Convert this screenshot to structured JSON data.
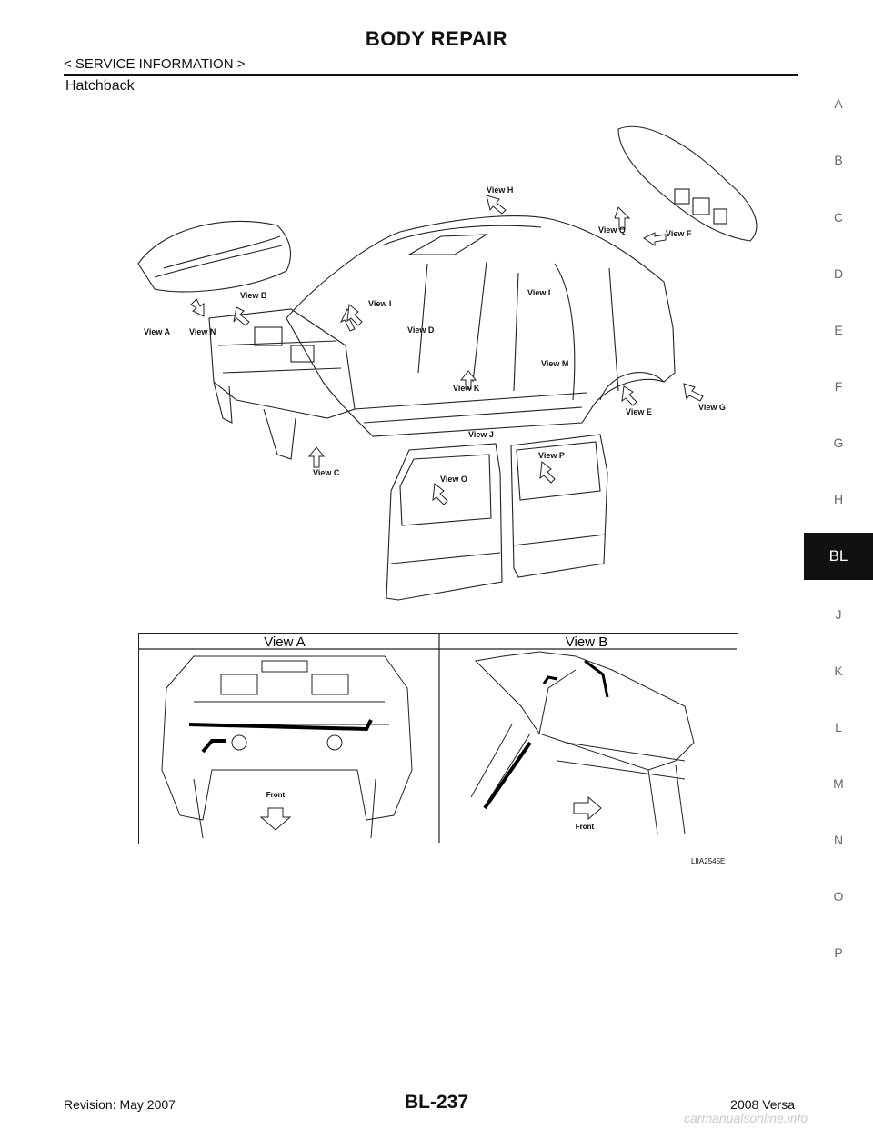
{
  "header": {
    "title": "BODY REPAIR",
    "subtitle": "< SERVICE INFORMATION >"
  },
  "section_label": "Hatchback",
  "main_figure": {
    "view_labels": {
      "a": "View A",
      "b": "View B",
      "c": "View C",
      "d": "View D",
      "e": "View E",
      "f": "View F",
      "g": "View G",
      "h": "View H",
      "i": "View I",
      "j": "View J",
      "k": "View K",
      "l": "View L",
      "m": "View M",
      "n": "View N",
      "o": "View O",
      "p": "View P",
      "q": "View Q"
    }
  },
  "inset": {
    "left_title": "View A",
    "right_title": "View B",
    "left_front_label": "Front",
    "right_front_label": "Front"
  },
  "figure_code": "LIIA2545E",
  "side_index": {
    "letters": [
      "A",
      "B",
      "C",
      "D",
      "E",
      "F",
      "G",
      "H",
      "BL",
      "J",
      "K",
      "L",
      "M",
      "N",
      "O",
      "P"
    ],
    "active": "BL"
  },
  "footer": {
    "revision": "Revision: May 2007",
    "page_number": "BL-237",
    "model": "2008 Versa"
  },
  "watermark": "carmanualsonline.info"
}
